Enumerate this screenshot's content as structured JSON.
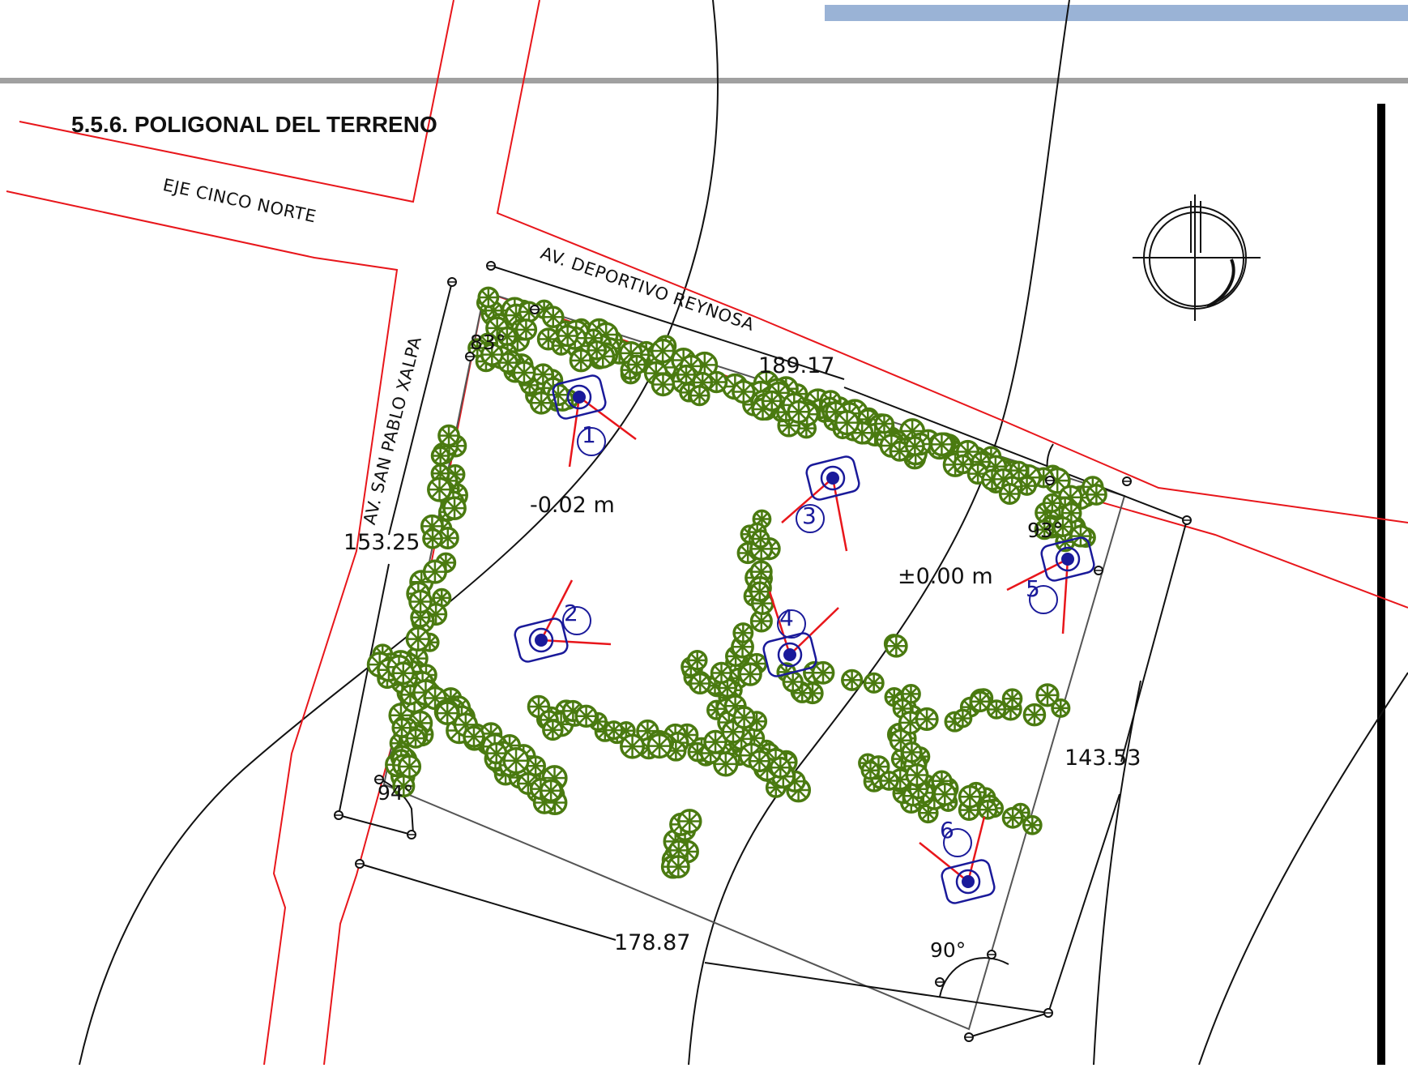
{
  "page": {
    "section_title": "5.5.6. POLIGONAL DEL TERRENO"
  },
  "streets": {
    "eje_cinco_norte": "EJE CINCO NORTE",
    "av_deportivo_reynosa": "AV. DEPORTIVO REYNOSA",
    "av_san_pablo_xalpa": "AV. SAN PABLO XALPA"
  },
  "dimensions": {
    "north_side": "189.17",
    "west_side": "153.25",
    "east_side": "143.53",
    "south_side": "178.87"
  },
  "angles": {
    "northwest": "83°",
    "northeast": "93°",
    "southwest": "94°",
    "southeast": "90°"
  },
  "levels": {
    "west_level": "-0.02 m",
    "east_level": "±0.00 m"
  },
  "photo_points": [
    "1",
    "2",
    "3",
    "4",
    "5",
    "6"
  ],
  "colors": {
    "street_lines": "#e8161b",
    "contours": "#111111",
    "trees": "#4a7a10",
    "camera_marks": "#1a1a9a",
    "header_bar": "#9ab3d6",
    "rule": "#a0a0a0"
  },
  "icons": {
    "north_arrow": "north-arrow-icon",
    "camera": "camera-icon",
    "tree": "tree-icon"
  }
}
